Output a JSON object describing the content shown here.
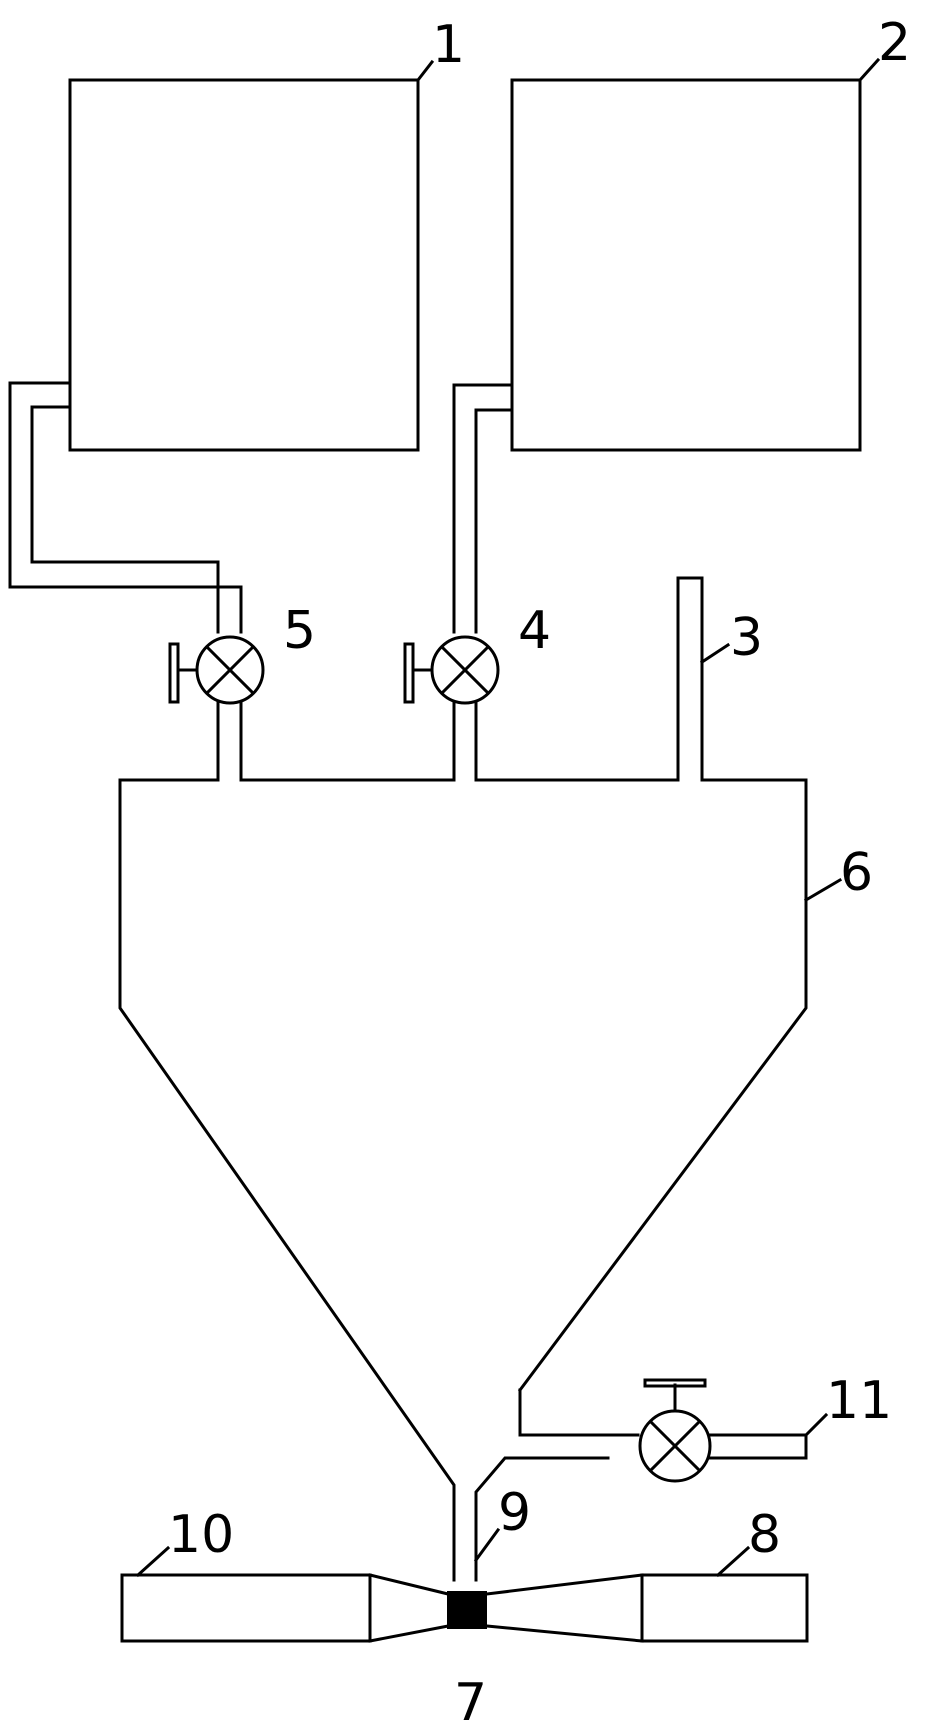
{
  "labels": {
    "tank_1": "1",
    "tank_2": "2",
    "vent_pipe_3": "3",
    "valve_4": "4",
    "valve_5": "5",
    "hopper_6": "6",
    "junction_7": "7",
    "nozzle_8": "8",
    "pipe_9": "9",
    "nozzle_10": "10",
    "inlet_11": "11"
  },
  "colors": {
    "line": "#000000",
    "background": "#ffffff",
    "junction_fill": "#000000"
  }
}
